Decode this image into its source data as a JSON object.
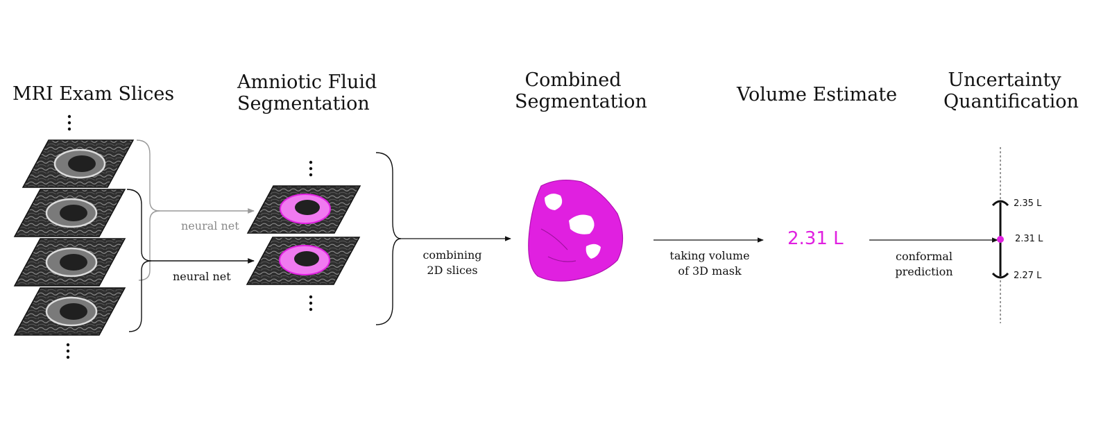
{
  "stages": {
    "mri_title": "MRI Exam Slices",
    "seg_title": "Amniotic Fluid\nSegmentation",
    "combined_title": "Combined\nSegmentation",
    "volume_title": "Volume Estimate",
    "uq_title": "Uncertainty\nQuantification"
  },
  "arrows": {
    "neural_net_gray": "neural net",
    "neural_net": "neural net",
    "combining": "combining\n2D slices",
    "taking_volume": "taking volume\nof 3D mask",
    "conformal": "conformal\nprediction"
  },
  "volume_estimate": "2.31 L",
  "uncertainty": {
    "upper": "2.35 L",
    "point": "2.31 L",
    "lower": "2.27 L"
  },
  "colors": {
    "accent": "#e020e0",
    "gray_path": "#999999",
    "mri_slice": "#3a3a3a"
  }
}
